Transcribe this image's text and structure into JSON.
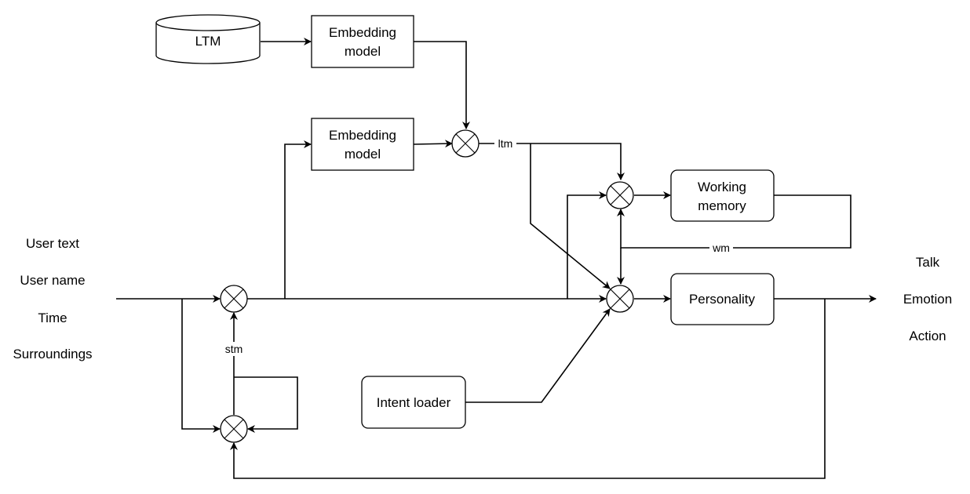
{
  "ltm_store": {
    "label": "LTM"
  },
  "embedding_model_top": {
    "line1": "Embedding",
    "line2": "model"
  },
  "embedding_model_mid": {
    "line1": "Embedding",
    "line2": "model"
  },
  "working_memory": {
    "line1": "Working",
    "line2": "memory"
  },
  "personality": {
    "label": "Personality"
  },
  "intent_loader": {
    "label": "Intent loader"
  },
  "inputs": [
    "User text",
    "User name",
    "Time",
    "Surroundings"
  ],
  "outputs": [
    "Talk",
    "Emotion",
    "Action"
  ],
  "edge_labels": {
    "ltm": "ltm",
    "wm": "wm",
    "stm": "stm"
  },
  "colors": {
    "stroke": "#000000",
    "background": "#ffffff"
  }
}
